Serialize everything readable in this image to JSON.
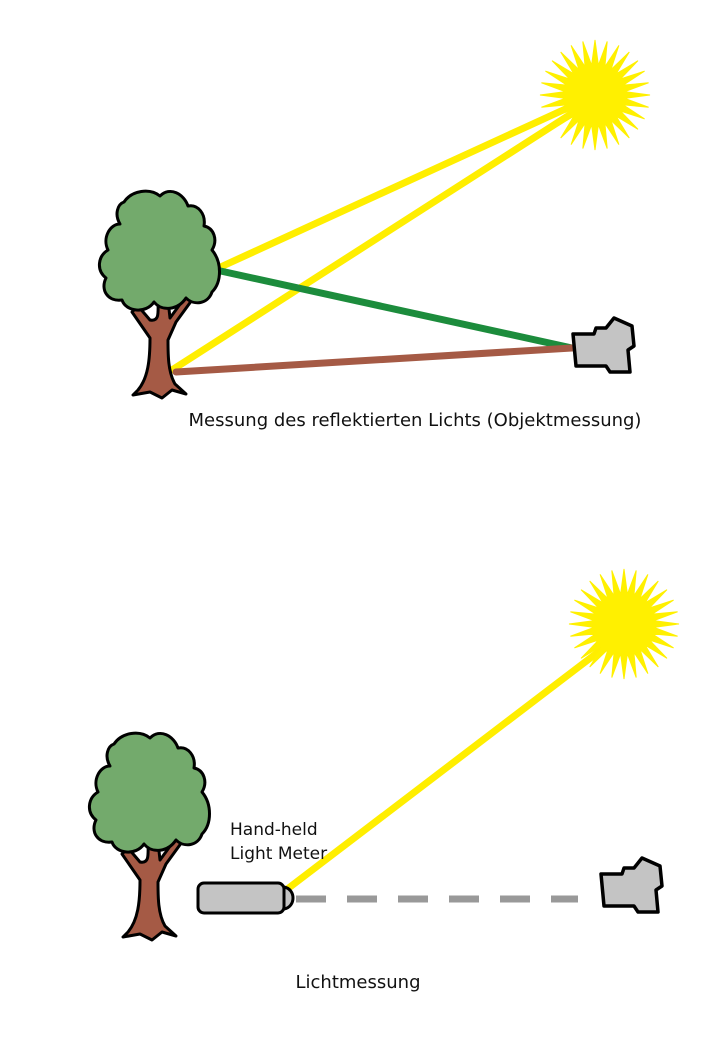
{
  "top": {
    "caption": "Messung des reflektierten Lichts (Objektmessung)",
    "colors": {
      "sun": "#fff000",
      "light_ray": "#ffee00",
      "reflected_green": "#1c8c3c",
      "reflected_brown": "#a55a45",
      "foliage": "#73aa6c",
      "trunk": "#a55a45",
      "camera": "#c4c4c4"
    }
  },
  "bottom": {
    "caption": "Lichtmessung",
    "meter_label_line1": "Hand-held",
    "meter_label_line2": "Light Meter",
    "colors": {
      "sun": "#fff000",
      "light_ray": "#ffee00",
      "dashed_line": "#999999",
      "meter": "#c4c4c4",
      "camera": "#c4c4c4"
    }
  },
  "icons": [
    "sun-icon",
    "tree-icon",
    "camera-icon",
    "light-meter-icon"
  ]
}
